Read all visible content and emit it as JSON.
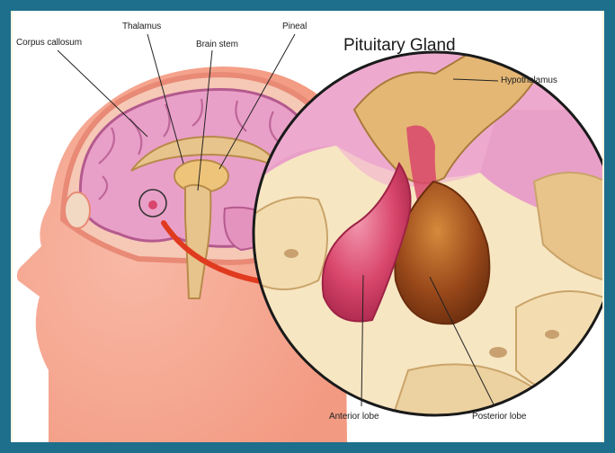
{
  "title": "Pituitary Gland",
  "labels": {
    "corpus_callosum": "Corpus callosum",
    "thalamus": "Thalamus",
    "brain_stem": "Brain stem",
    "pineal": "Pineal",
    "hypothalamus": "Hypothalamus",
    "anterior_lobe": "Anterior lobe",
    "posterior_lobe": "Posterior lobe"
  },
  "colors": {
    "frame": "#1e6f8c",
    "skin": "#f3a48e",
    "brain": "#e9a0c8",
    "anterior": "#d9466c",
    "posterior": "#9b4a1b",
    "arrow": "#e03a1f"
  }
}
